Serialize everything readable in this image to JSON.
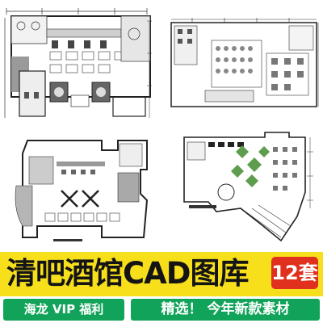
{
  "banner": {
    "title": "清吧酒馆CAD图库",
    "count_badge": "12套"
  },
  "footer": {
    "vip_tag": "海龙 VIP 福利",
    "promo_tag": "精选！ 今年新款素材"
  },
  "colors": {
    "banner_bg": "#f7df1c",
    "tag_green": "#12a35a",
    "badge_red": "#e0301e",
    "plan_green": "#5e9c4e"
  }
}
